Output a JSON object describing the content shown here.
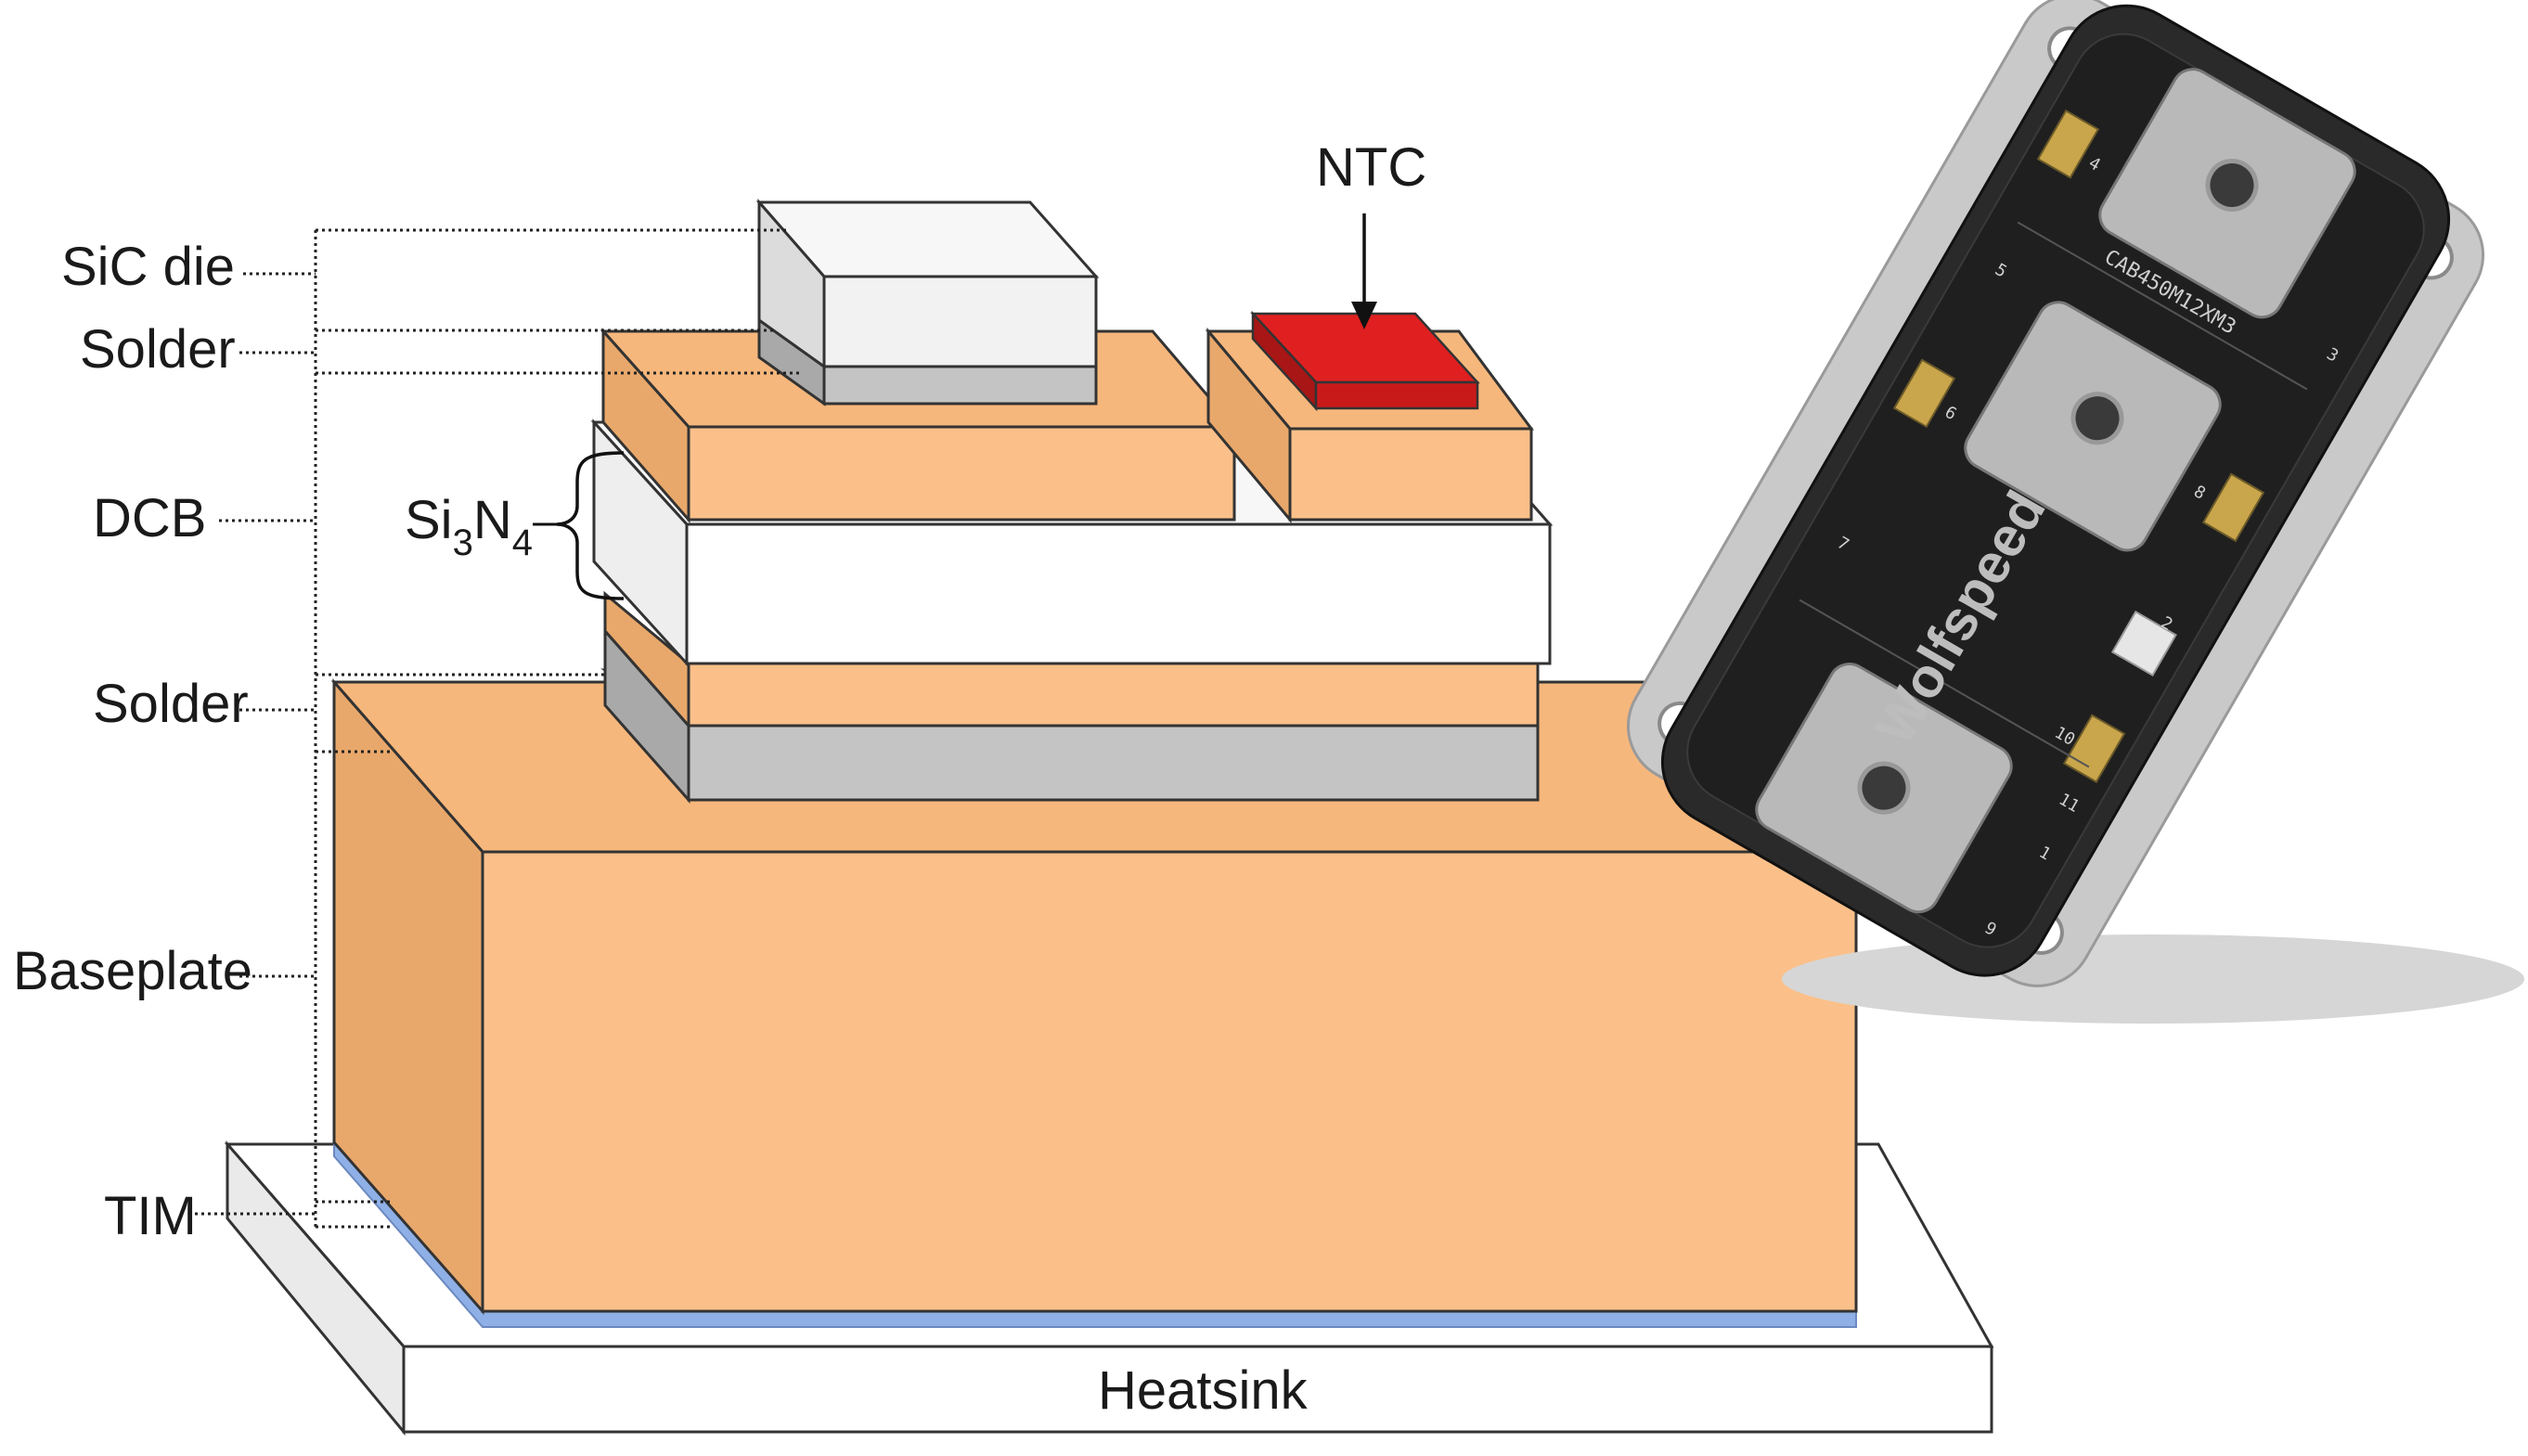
{
  "labels": {
    "sic_die": "SiC die",
    "solder_top": "Solder",
    "dcb": "DCB",
    "si3n4_base": "Si",
    "si3n4_sub1": "3",
    "si3n4_n": "N",
    "si3n4_sub2": "4",
    "solder_bottom": "Solder",
    "baseplate": "Baseplate",
    "tim": "TIM",
    "ntc": "NTC",
    "heatsink": "Heatsink"
  },
  "module_photo": {
    "part_number": "CAB450M12XM3",
    "brand": "Wolfspeed",
    "pin_numbers": [
      "1",
      "2",
      "3",
      "4",
      "5",
      "6",
      "7",
      "8",
      "9",
      "10",
      "11"
    ]
  },
  "colors": {
    "copper": "#fbc08a",
    "copper_side": "#e9a86b",
    "copper_top": "#f6b77c",
    "ceramic": "#ffffff",
    "ceramic_side": "#eeeeee",
    "solder": "#c4c4c4",
    "die": "#f2f2f2",
    "ntc": "#e02020",
    "tim": "#8fb0e6",
    "module_body": "#2a2a2a",
    "outline": "#333333"
  }
}
